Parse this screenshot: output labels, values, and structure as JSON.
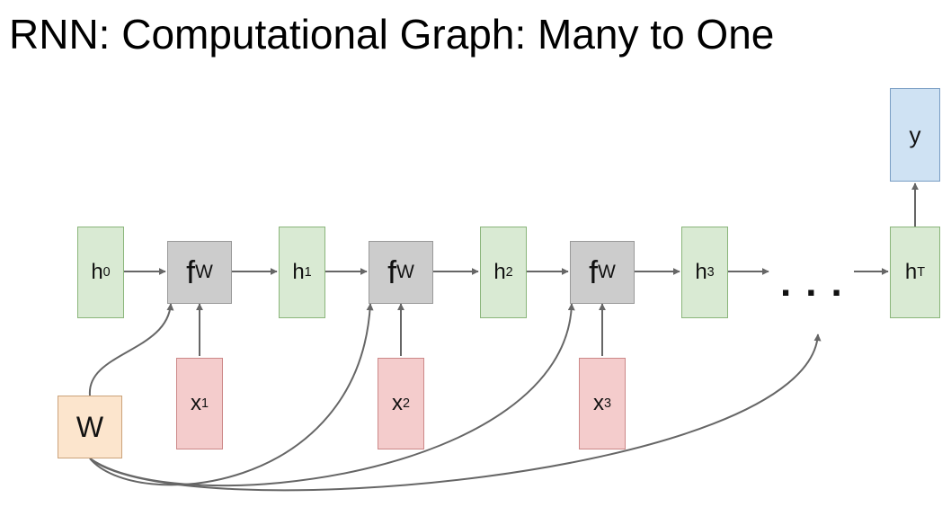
{
  "title": "RNN: Computational Graph: Many to One",
  "ellipsis": "...",
  "hidden_states": [
    {
      "base": "h",
      "sub": "0"
    },
    {
      "base": "h",
      "sub": "1"
    },
    {
      "base": "h",
      "sub": "2"
    },
    {
      "base": "h",
      "sub": "3"
    },
    {
      "base": "h",
      "sub": "T"
    }
  ],
  "functions": [
    {
      "base": "f",
      "sub": "W"
    },
    {
      "base": "f",
      "sub": "W"
    },
    {
      "base": "f",
      "sub": "W"
    }
  ],
  "inputs": [
    {
      "base": "x",
      "sub": "1"
    },
    {
      "base": "x",
      "sub": "2"
    },
    {
      "base": "x",
      "sub": "3"
    }
  ],
  "weights": {
    "label": "W"
  },
  "output": {
    "label": "y"
  },
  "colors": {
    "hidden_fill": "#d9ead3",
    "function_fill": "#cccccc",
    "input_fill": "#f4cccc",
    "weight_fill": "#fce5cd",
    "output_fill": "#cfe2f3",
    "arrow": "#666666"
  }
}
